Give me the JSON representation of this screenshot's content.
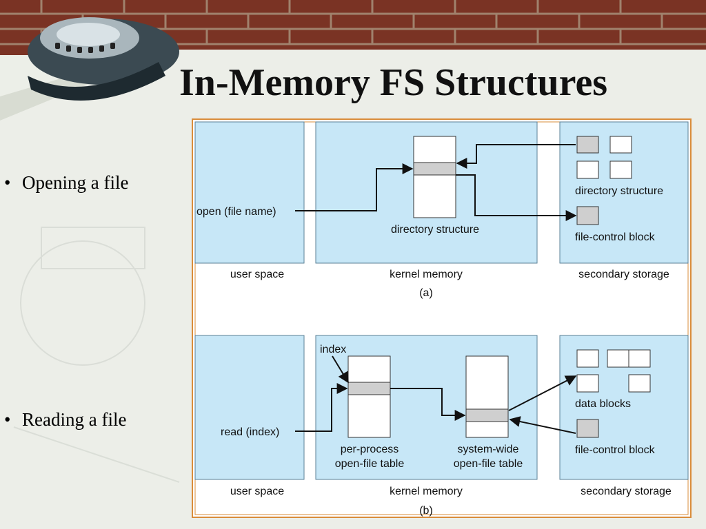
{
  "slide": {
    "title": "In-Memory FS Structures",
    "bullets": [
      {
        "label": "Opening a file"
      },
      {
        "label": "Reading a file"
      }
    ]
  },
  "diagram": {
    "a": {
      "open_call": "open (file name)",
      "kernel_dir_label": "directory structure",
      "storage_dir_label": "directory structure",
      "fcb_label": "file-control block",
      "region_user": "user space",
      "region_kernel": "kernel memory",
      "region_storage": "secondary storage",
      "caption": "(a)"
    },
    "b": {
      "index_label": "index",
      "read_call": "read (index)",
      "per_process_1": "per-process",
      "per_process_2": "open-file table",
      "system_wide_1": "system-wide",
      "system_wide_2": "open-file table",
      "data_blocks_label": "data blocks",
      "fcb_label": "file-control block",
      "region_user": "user space",
      "region_kernel": "kernel memory",
      "region_storage": "secondary storage",
      "caption": "(b)"
    }
  },
  "colors": {
    "region_fill": "#c7e7f7",
    "region_stroke": "#5a7f96",
    "frame": "#d98c3a",
    "gray_block": "#cfcfcf"
  }
}
